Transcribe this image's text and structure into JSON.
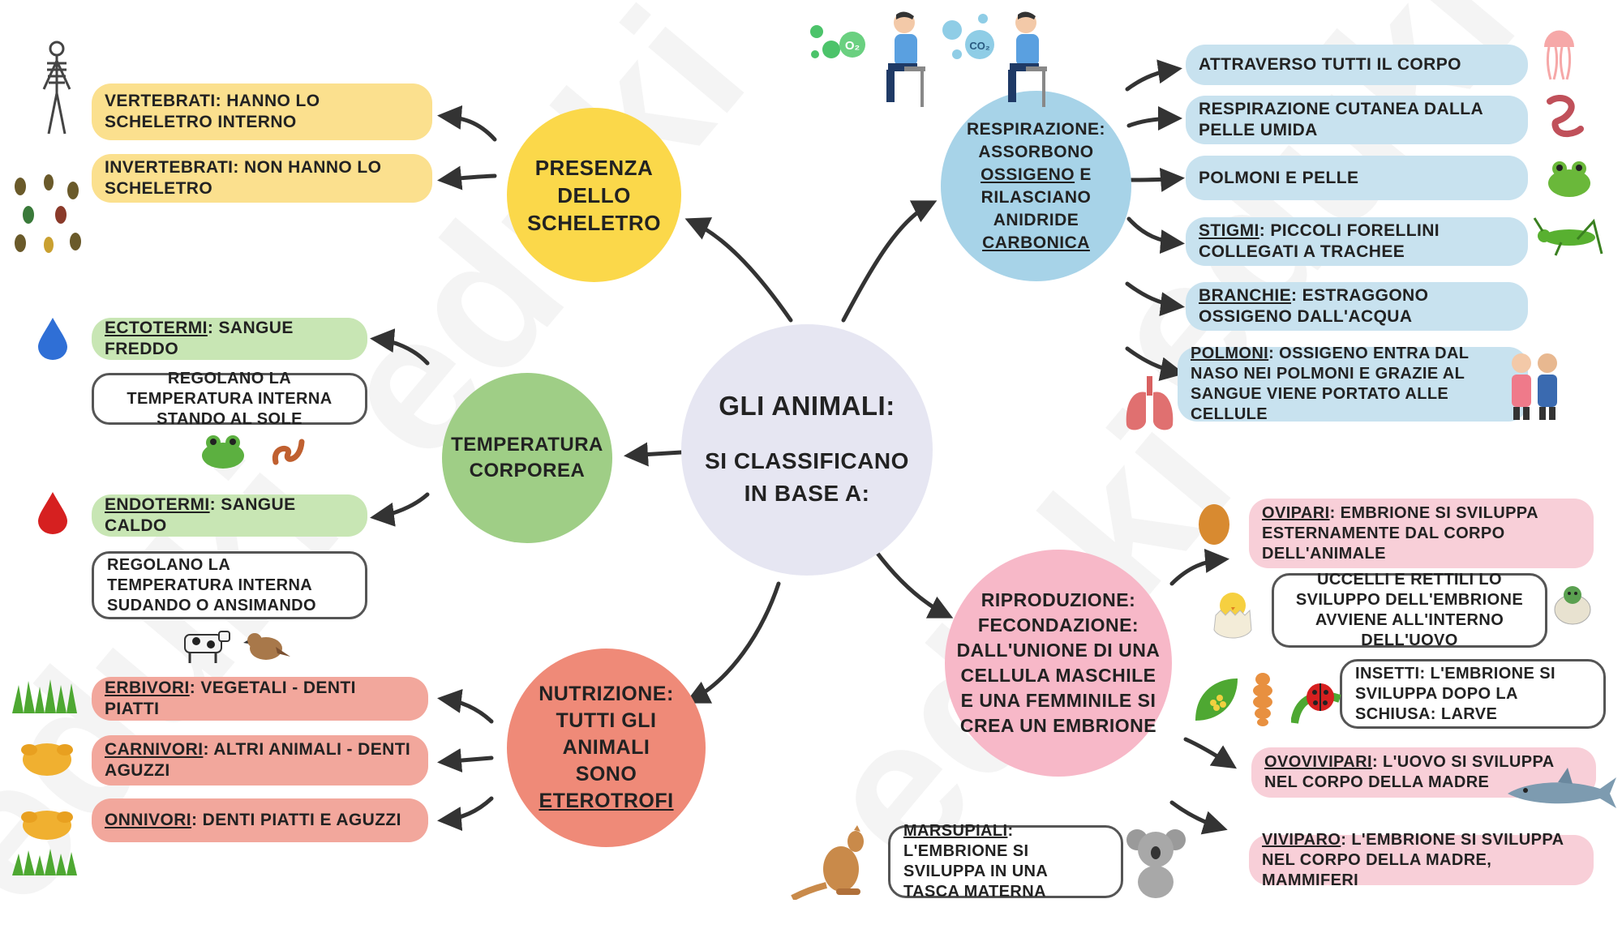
{
  "center": {
    "title": "GLI ANIMALI:",
    "line1": "SI CLASSIFICANO",
    "line2": "IN BASE A:"
  },
  "scheletro": {
    "title_lines": [
      "PRESENZA",
      "DELLO",
      "SCHELETRO"
    ],
    "items": [
      "VERTEBRATI: HANNO LO SCHELETRO INTERNO",
      "INVERTEBRATI: NON HANNO LO SCHELETRO"
    ]
  },
  "temperatura": {
    "title_lines": [
      "TEMPERATURA",
      "CORPOREA"
    ],
    "ecto_term": "ECTOTERMI",
    "ecto_rest": ": SANGUE FREDDO",
    "ecto_note": "REGOLANO LA TEMPERATURA INTERNA STANDO AL SOLE",
    "endo_term": "ENDOTERMI",
    "endo_rest": ": SANGUE CALDO",
    "endo_note": "REGOLANO LA TEMPERATURA INTERNA SUDANDO O ANSIMANDO"
  },
  "nutrizione": {
    "title_lines": [
      "NUTRIZIONE:",
      "TUTTI GLI",
      "ANIMALI",
      "SONO"
    ],
    "title_underlined": "ETEROTROFI",
    "items": [
      {
        "term": "ERBIVORI",
        "rest": ": VEGETALI - DENTI PIATTI"
      },
      {
        "term": "CARNIVORI",
        "rest": ": ALTRI ANIMALI - DENTI AGUZZI"
      },
      {
        "term": "ONNIVORI",
        "rest": ": DENTI PIATTI E AGUZZI"
      }
    ]
  },
  "respirazione": {
    "line1": "RESPIRAZIONE:",
    "line2": "ASSORBONO",
    "ossigeno": "OSSIGENO",
    "e": " E",
    "line4": "RILASCIANO",
    "line5": "ANIDRIDE",
    "carbonica": "CARBONICA",
    "items": [
      {
        "term": "",
        "rest": "ATTRAVERSO TUTTI IL CORPO"
      },
      {
        "term": "",
        "rest": "RESPIRAZIONE CUTANEA DALLA PELLE UMIDA"
      },
      {
        "term": "",
        "rest": "POLMONI e PELLE"
      },
      {
        "term": "STIGMI",
        "rest": ": PICCOLI FORELLINI COLLEGATI A TRACHEE"
      },
      {
        "term": "BRANCHIE",
        "rest": ": ESTRAGGONO OSSIGENO DALL'ACQUA"
      },
      {
        "term": "POLMONI",
        "rest": ": OSSIGENO ENTRA DAL NASO NEI POLMONI E GRAZIE AL SANGUE VIENE PORTATO ALLE CELLULE"
      }
    ],
    "o2_label": "O₂",
    "co2_label": "CO₂"
  },
  "riproduzione": {
    "title_lines": [
      "RIPRODUZIONE:",
      "FECONDAZIONE:",
      "DALL'UNIONE DI UNA",
      "CELLULA MASCHILE",
      "E UNA FEMMINILE SI",
      "CREA UN EMBRIONE"
    ],
    "ovipari_term": "OVIPARI",
    "ovipari_rest": ": EMBRIONE SI SVILUPPA ESTERNAMENTE DAL CORPO DELL'ANIMALE",
    "uccelli_note": "UCCELLI E RETTILI LO SVILUPPO DELL'EMBRIONE AVVIENE ALL'INTERNO DELL'UOVO",
    "insetti_note": "INSETTI: L'EMBRIONE SI SVILUPPA DOPO LA SCHIUSA: LARVE",
    "ovovivipari_term": "OVOVIVIPARI",
    "ovovivipari_rest": ": L'UOVO SI SVILUPPA NEL CORPO DELLA MADRE",
    "viviparo_term": "VIVIPARO",
    "viviparo_rest": ": L'EMBRIONE SI SVILUPPA NEL CORPO DELLA MADRE, MAMMIFERI",
    "marsupiali_term": "MARSUPIALI",
    "marsupiali_rest": ": L'EMBRIONE SI SVILUPPA IN UNA TASCA MATERNA"
  },
  "watermark": "eduki",
  "colors": {
    "yellow": "#fbd84a",
    "blue": "#a7d3e8",
    "green": "#9fce86",
    "salmon": "#ef8a78",
    "pink": "#f7b8c8",
    "center": "#e6e6f2"
  }
}
